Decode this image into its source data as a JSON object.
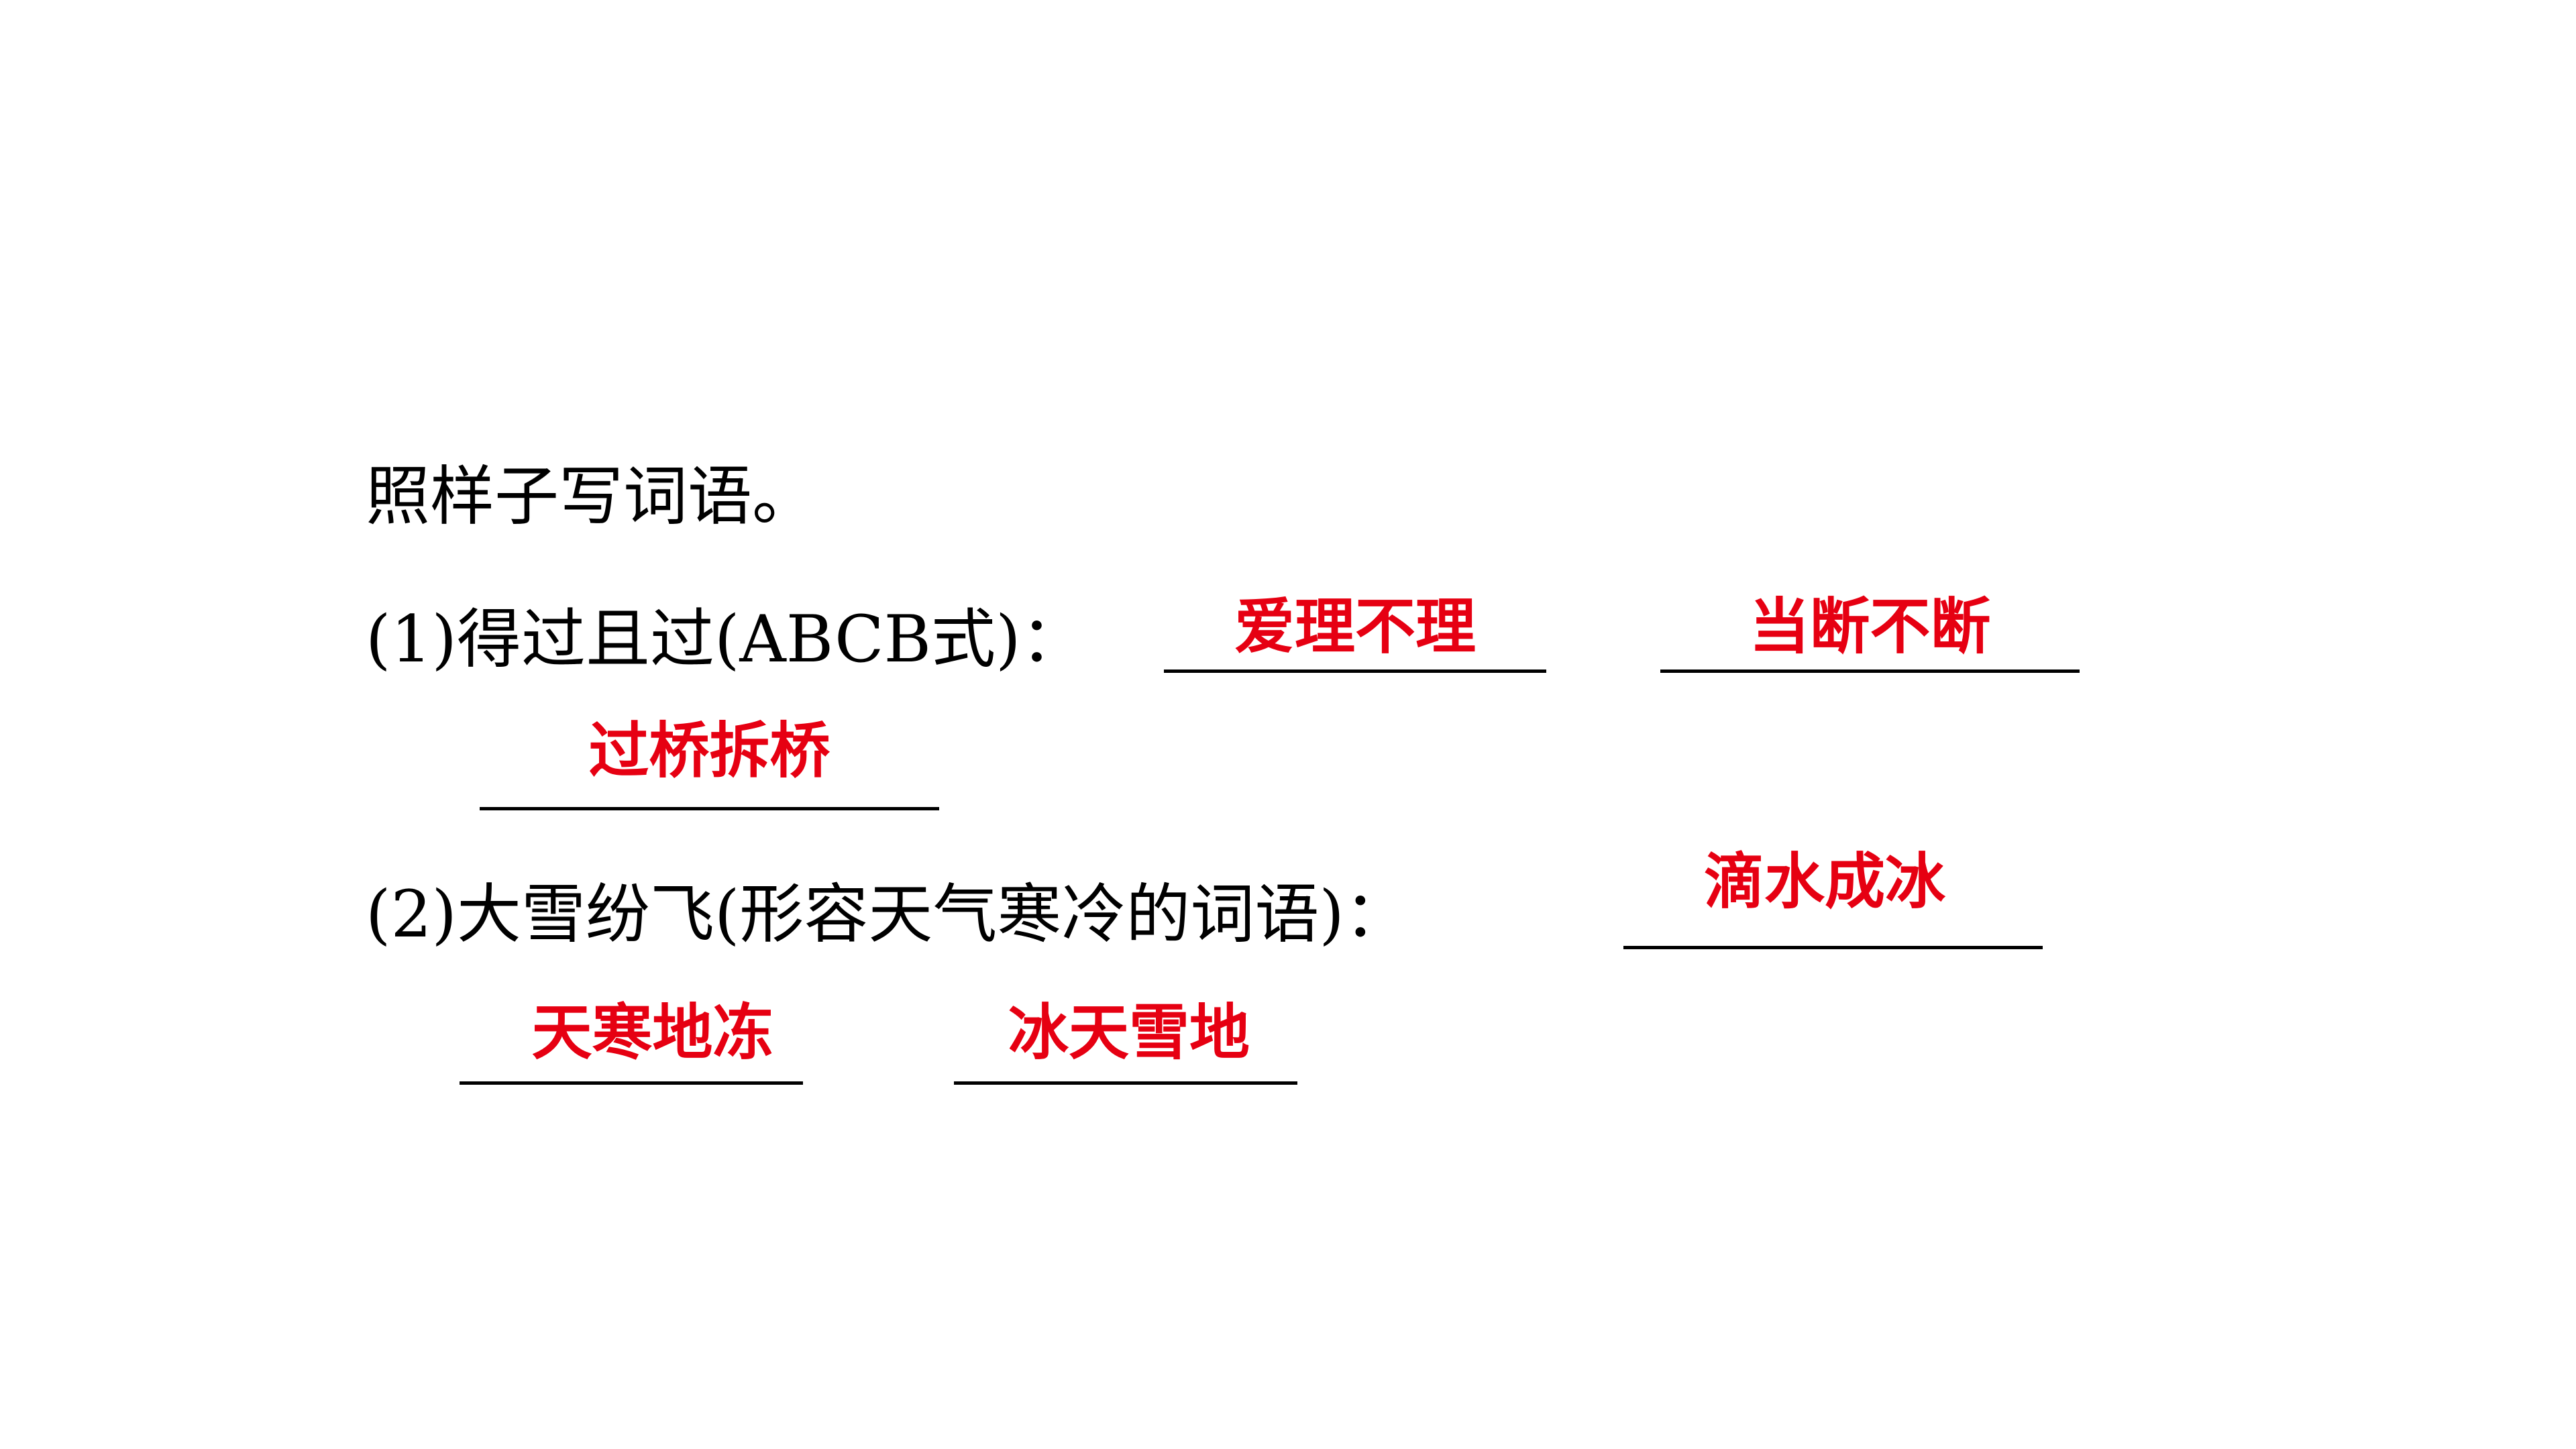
{
  "exercise": {
    "instruction": "照样子写词语。",
    "questions": [
      {
        "prompt": "(1)得过且过(ABCB式)：",
        "answers": [
          "爱理不理",
          "当断不断",
          "过桥拆桥"
        ]
      },
      {
        "prompt": "(2)大雪纷飞(形容天气寒冷的词语)：",
        "answers": [
          "滴水成冰",
          "天寒地冻",
          "冰天雪地"
        ]
      }
    ]
  },
  "colors": {
    "text": "#000000",
    "answer": "#e60012",
    "background": "#ffffff"
  }
}
